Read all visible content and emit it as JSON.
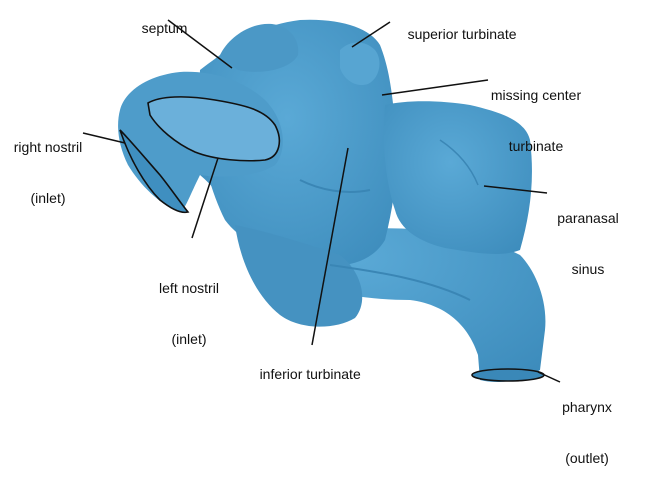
{
  "colors": {
    "model": "#4f9dc9",
    "model_dark": "#2f7aa5",
    "model_light": "#7dbbe0",
    "leader": "#111111",
    "text": "#111111",
    "background": "#ffffff"
  },
  "labels": {
    "septum": "septum",
    "superior_turbinate": "superior turbinate",
    "missing_center_turbinate_1": "missing center",
    "missing_center_turbinate_2": "turbinate",
    "right_nostril_1": "right nostril",
    "right_nostril_2": "(inlet)",
    "paranasal_sinus_1": "paranasal",
    "paranasal_sinus_2": "sinus",
    "left_nostril_1": "left nostril",
    "left_nostril_2": "(inlet)",
    "inferior_turbinate": "inferior turbinate",
    "pharynx_1": "pharynx",
    "pharynx_2": "(outlet)"
  }
}
